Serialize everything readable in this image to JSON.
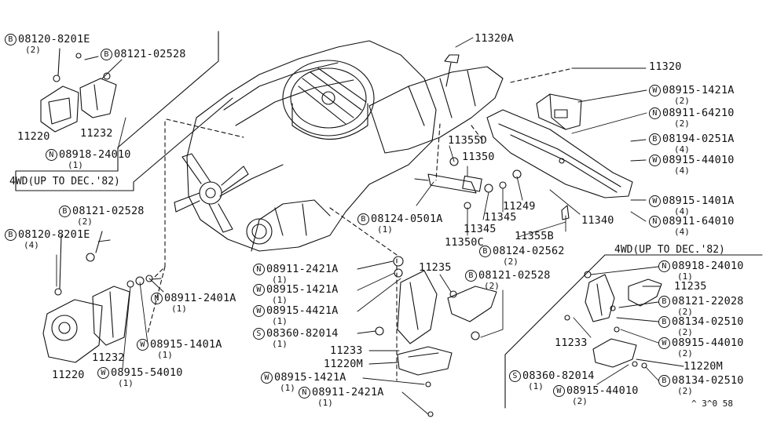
{
  "background": "#ffffff",
  "ink": "#111111",
  "labels": [
    {
      "id": "top-left-8201e",
      "prefix": "B",
      "text": "08120-8201E",
      "qty": "(2)"
    },
    {
      "id": "top-left-02528",
      "prefix": "B",
      "text": "08121-02528",
      "qty": ""
    },
    {
      "id": "top-left-11220",
      "prefix": "",
      "text": "11220",
      "qty": ""
    },
    {
      "id": "top-left-11232",
      "prefix": "",
      "text": "11232",
      "qty": ""
    },
    {
      "id": "top-left-24010",
      "prefix": "N",
      "text": "08918-24010",
      "qty": "(1)"
    },
    {
      "id": "mid-left-02528",
      "prefix": "B",
      "text": "08121-02528",
      "qty": "(2)"
    },
    {
      "id": "mid-left-8201e",
      "prefix": "B",
      "text": "08120-8201E",
      "qty": "(4)"
    },
    {
      "id": "mid-left-2401a",
      "prefix": "N",
      "text": "08911-2401A",
      "qty": "(1)"
    },
    {
      "id": "mid-left-1401a",
      "prefix": "W",
      "text": "08915-1401A",
      "qty": "(1)"
    },
    {
      "id": "mid-left-54010",
      "prefix": "W",
      "text": "08915-54010",
      "qty": "(1)"
    },
    {
      "id": "mid-left-11232",
      "prefix": "",
      "text": "11232",
      "qty": ""
    },
    {
      "id": "mid-left-11220",
      "prefix": "",
      "text": "11220",
      "qty": ""
    },
    {
      "id": "p-11320a",
      "prefix": "",
      "text": "11320A",
      "qty": ""
    },
    {
      "id": "p-11320",
      "prefix": "",
      "text": "11320",
      "qty": ""
    },
    {
      "id": "r-1421a",
      "prefix": "W",
      "text": "08915-1421A",
      "qty": "(2)"
    },
    {
      "id": "r-64210",
      "prefix": "N",
      "text": "08911-64210",
      "qty": "(2)"
    },
    {
      "id": "r-0251a",
      "prefix": "B",
      "text": "08194-0251A",
      "qty": "(4)"
    },
    {
      "id": "r-44010",
      "prefix": "W",
      "text": "08915-44010",
      "qty": "(4)"
    },
    {
      "id": "r-1401a",
      "prefix": "W",
      "text": "08915-1401A",
      "qty": "(4)"
    },
    {
      "id": "r-64010",
      "prefix": "N",
      "text": "08911-64010",
      "qty": "(4)"
    },
    {
      "id": "p-11355d",
      "prefix": "",
      "text": "11355D",
      "qty": ""
    },
    {
      "id": "p-11350",
      "prefix": "",
      "text": "11350",
      "qty": ""
    },
    {
      "id": "p-0501a",
      "prefix": "B",
      "text": "08124-0501A",
      "qty": "(1)"
    },
    {
      "id": "p-11249",
      "prefix": "",
      "text": "11249",
      "qty": ""
    },
    {
      "id": "p-11345a",
      "prefix": "",
      "text": "11345",
      "qty": ""
    },
    {
      "id": "p-11345b",
      "prefix": "",
      "text": "11345",
      "qty": ""
    },
    {
      "id": "p-11340",
      "prefix": "",
      "text": "11340",
      "qty": ""
    },
    {
      "id": "p-11350c",
      "prefix": "",
      "text": "11350C",
      "qty": ""
    },
    {
      "id": "p-11355b",
      "prefix": "",
      "text": "11355B",
      "qty": ""
    },
    {
      "id": "p-02562",
      "prefix": "B",
      "text": "08124-02562",
      "qty": "(2)"
    },
    {
      "id": "c-2421a-top",
      "prefix": "N",
      "text": "08911-2421A",
      "qty": "(1)"
    },
    {
      "id": "c-1421a",
      "prefix": "W",
      "text": "08915-1421A",
      "qty": "(1)"
    },
    {
      "id": "c-4421a",
      "prefix": "W",
      "text": "08915-4421A",
      "qty": "(1)"
    },
    {
      "id": "c-82014",
      "prefix": "S",
      "text": "08360-82014",
      "qty": "(1)"
    },
    {
      "id": "c-11235",
      "prefix": "",
      "text": "11235",
      "qty": ""
    },
    {
      "id": "c-02528",
      "prefix": "B",
      "text": "08121-02528",
      "qty": "(2)"
    },
    {
      "id": "c-11233",
      "prefix": "",
      "text": "11233",
      "qty": ""
    },
    {
      "id": "c-11220m",
      "prefix": "",
      "text": "11220M",
      "qty": ""
    },
    {
      "id": "c-1421a-bot",
      "prefix": "W",
      "text": "08915-1421A",
      "qty": "(1)"
    },
    {
      "id": "c-2421a-bot",
      "prefix": "N",
      "text": "08911-2421A",
      "qty": "(1)"
    },
    {
      "id": "br-24010",
      "prefix": "N",
      "text": "08918-24010",
      "qty": "(1)"
    },
    {
      "id": "br-11235",
      "prefix": "",
      "text": "11235",
      "qty": ""
    },
    {
      "id": "br-22028",
      "prefix": "B",
      "text": "08121-22028",
      "qty": "(2)"
    },
    {
      "id": "br-02510a",
      "prefix": "B",
      "text": "08134-02510",
      "qty": "(2)"
    },
    {
      "id": "br-11233",
      "prefix": "",
      "text": "11233",
      "qty": ""
    },
    {
      "id": "br-44010a",
      "prefix": "W",
      "text": "08915-44010",
      "qty": "(2)"
    },
    {
      "id": "br-11220m",
      "prefix": "",
      "text": "11220M",
      "qty": ""
    },
    {
      "id": "br-82014",
      "prefix": "S",
      "text": "08360-82014",
      "qty": "(1)"
    },
    {
      "id": "br-02510b",
      "prefix": "B",
      "text": "08134-02510",
      "qty": "(2)"
    },
    {
      "id": "br-44010b",
      "prefix": "W",
      "text": "08915-44010",
      "qty": "(2)"
    }
  ],
  "sections": [
    {
      "id": "sec-top-left",
      "text": "4WD(UP TO DEC.'82)"
    },
    {
      "id": "sec-bottom-right",
      "text": "4WD(UP TO DEC.'82)"
    }
  ],
  "footer": {
    "code": "^ 3^0 58"
  }
}
